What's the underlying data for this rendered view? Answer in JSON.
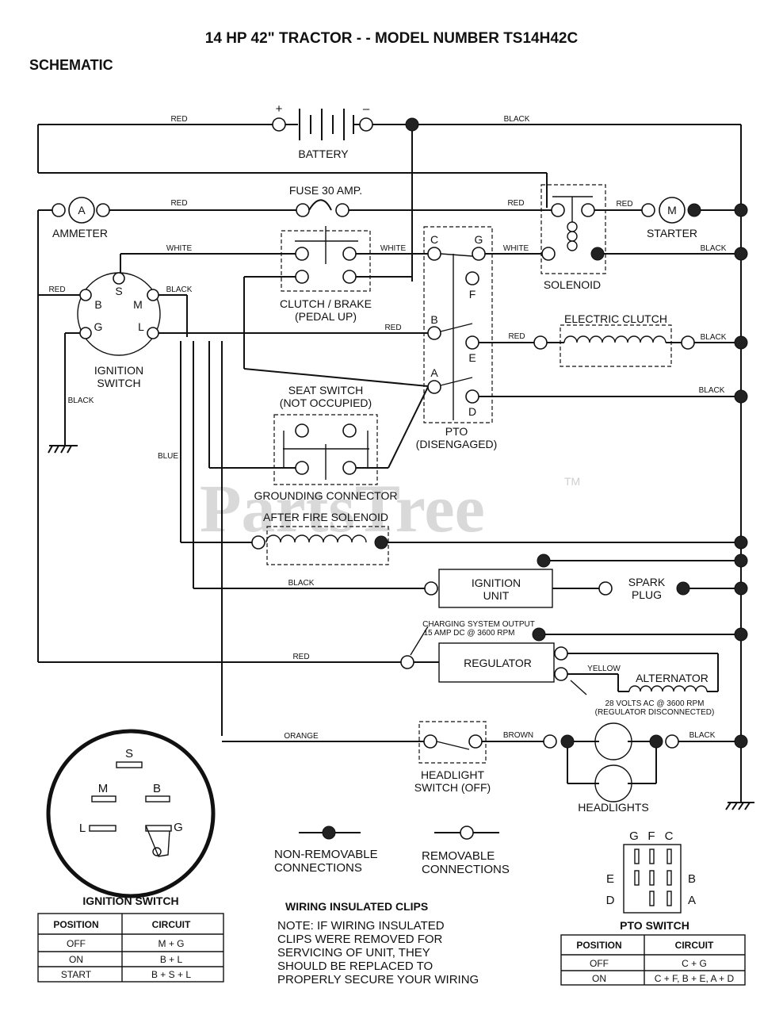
{
  "title": "14 HP 42\" TRACTOR - - MODEL NUMBER TS14H42C",
  "subtitle": "SCHEMATIC",
  "watermark": {
    "text": "PartsTree",
    "tm": "TM"
  },
  "components": {
    "battery": "BATTERY",
    "battery_plus": "+",
    "battery_minus": "–",
    "fuse": "FUSE 30 AMP.",
    "ammeter": "AMMETER",
    "ammeter_symbol": "A",
    "starter": "STARTER",
    "starter_symbol": "M",
    "solenoid": "SOLENOID",
    "clutch_brake_1": "CLUTCH / BRAKE",
    "clutch_brake_2": "(PEDAL UP)",
    "ignition_switch_1": "IGNITION",
    "ignition_switch_2": "SWITCH",
    "electric_clutch": "ELECTRIC CLUTCH",
    "seat_switch_1": "SEAT SWITCH",
    "seat_switch_2": "(NOT OCCUPIED)",
    "pto_1": "PTO",
    "pto_2": "(DISENGAGED)",
    "grounding_connector": "GROUNDING CONNECTOR",
    "after_fire_solenoid": "AFTER FIRE SOLENOID",
    "ignition_unit_1": "IGNITION",
    "ignition_unit_2": "UNIT",
    "spark_plug_1": "SPARK",
    "spark_plug_2": "PLUG",
    "regulator": "REGULATOR",
    "alternator": "ALTERNATOR",
    "charging_1": "CHARGING SYSTEM OUTPUT",
    "charging_2": "15 AMP DC @ 3600 RPM",
    "volts_1": "28 VOLTS AC @ 3600 RPM",
    "volts_2": "(REGULATOR DISCONNECTED)",
    "headlight_switch_1": "HEADLIGHT",
    "headlight_switch_2": "SWITCH (OFF)",
    "headlights": "HEADLIGHTS"
  },
  "terminals": {
    "ign": {
      "b": "B",
      "s": "S",
      "m": "M",
      "g": "G",
      "l": "L"
    },
    "pto": {
      "c": "C",
      "g": "G",
      "f": "F",
      "b": "B",
      "e": "E",
      "a": "A",
      "d": "D"
    }
  },
  "wires": {
    "red": "RED",
    "black": "BLACK",
    "white": "WHITE",
    "blue": "BLUE",
    "yellow": "YELLOW",
    "orange": "ORANGE",
    "brown": "BROWN"
  },
  "legend": {
    "nonremovable_1": "NON-REMOVABLE",
    "nonremovable_2": "CONNECTIONS",
    "removable_1": "REMOVABLE",
    "removable_2": "CONNECTIONS"
  },
  "ignition_switch_table": {
    "title": "IGNITION SWITCH",
    "headers": [
      "POSITION",
      "CIRCUIT"
    ],
    "rows": [
      [
        "OFF",
        "M + G"
      ],
      [
        "ON",
        "B + L"
      ],
      [
        "START",
        "B + S + L"
      ]
    ],
    "face_labels": {
      "s": "S",
      "m": "M",
      "b": "B",
      "l": "L",
      "g": "G"
    }
  },
  "pto_switch_table": {
    "title": "PTO SWITCH",
    "headers": [
      "POSITION",
      "CIRCUIT"
    ],
    "rows": [
      [
        "OFF",
        "C + G"
      ],
      [
        "ON",
        "C + F, B + E, A + D"
      ]
    ],
    "face_labels": {
      "g": "G",
      "f": "F",
      "c": "C",
      "e": "E",
      "b": "B",
      "d": "D",
      "a": "A"
    }
  },
  "clips_note": {
    "title": "WIRING INSULATED CLIPS",
    "lines": [
      "NOTE: IF WIRING INSULATED",
      "CLIPS WERE REMOVED FOR",
      "SERVICING OF UNIT, THEY",
      "SHOULD BE REPLACED TO",
      "PROPERLY SECURE YOUR WIRING"
    ]
  }
}
